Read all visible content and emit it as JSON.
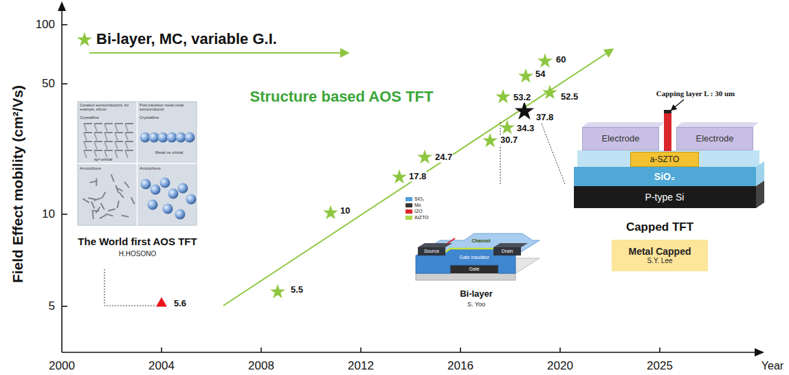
{
  "diagram": {
    "nodes": [
      {
        "text": [
          "Electrode"
        ]
      },
      {
        "text": [
          "Electrode"
        ]
      },
      {
        "text": [
          "a-SZTO"
        ]
      },
      {
        "text": [
          "SiO₂"
        ]
      },
      {
        "text": [
          "P-type Si"
        ]
      },
      {
        "text": [
          "Metal Capped",
          "S.Y. Lee"
        ]
      }
    ],
    "labels": [
      "Field Effect mobility (cm²/Vs)",
      "100",
      "50",
      "10",
      "5",
      "2000",
      "2004",
      "2008",
      "2012",
      "2016",
      "2020",
      "2025",
      "Year",
      "Structure based AOS TFT",
      "5.6",
      "5.5",
      "10",
      "17.8",
      "24.7",
      "30.7",
      "34.3",
      "37.8",
      "53.2",
      "54",
      "60",
      "52.5",
      "Covalent semiconductors, for example, silicon",
      "Crystalline",
      "Amorphous",
      "Post transition metal oxide semiconductor",
      "Crystalline",
      "Amorphous",
      "sp³-orbital",
      "Metal ns orbital",
      "The World first AOS TFT",
      "H.HOSONO",
      "Source",
      "Drain",
      "Channel",
      "Gate insulator",
      "Gate",
      "Bi-layer",
      "S. Yoo",
      "Capping layer L : 30 um",
      "Capped TFT"
    ],
    "legend": [
      {
        "text": "Bi-layer, MC, variable G.I."
      },
      {
        "text": "SiO₂",
        "color": "#4f9fe0"
      },
      {
        "text": "Mo",
        "color": "#333333"
      },
      {
        "text": "IZO",
        "color": "#e0252b"
      },
      {
        "text": "AIZTO",
        "color": "#a8d84e"
      }
    ]
  }
}
